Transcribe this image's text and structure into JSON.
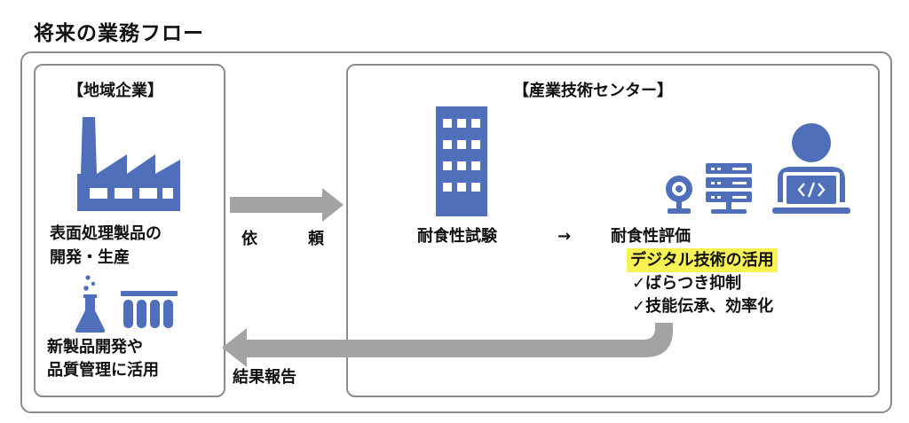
{
  "title": "将来の業務フロー",
  "left": {
    "heading": "【地域企業】",
    "product_line1": "表面処理製品の",
    "product_line2": "開発・生産",
    "use_line1": "新製品開発や",
    "use_line2": "品質管理に活用"
  },
  "right": {
    "heading": "【産業技術センター】",
    "test_label": "耐食性試験",
    "flow_arrow": "→",
    "eval_label": "耐食性評価",
    "digital_label": "デジタル技術の活用",
    "bullet1": "✓ばらつき抑制",
    "bullet2": "✓技能伝承、効率化"
  },
  "arrows": {
    "request_char1": "依",
    "request_char2": "頼",
    "report_label": "結果報告"
  },
  "colors": {
    "icon_blue": "#4f6fba",
    "arrow_gray": "#a3a3a3",
    "border_gray": "#8a8a8a",
    "highlight": "#f8f253"
  },
  "icons": [
    "factory-icon",
    "flask-icon",
    "test-tubes-icon",
    "building-icon",
    "webcam-icon",
    "server-icon",
    "engineer-laptop-icon"
  ]
}
